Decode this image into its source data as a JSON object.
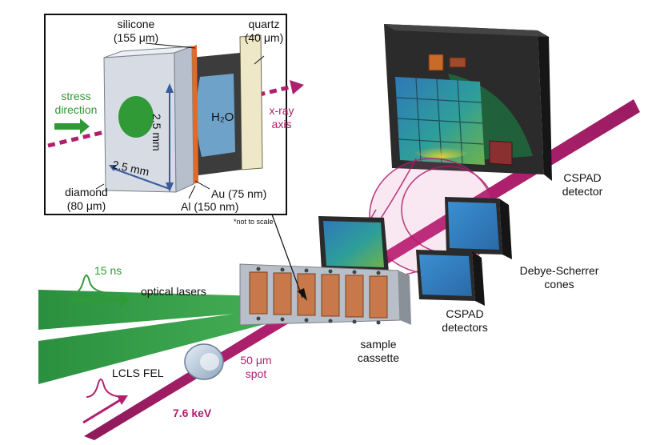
{
  "inset": {
    "silicone_name": "silicone",
    "silicone_thickness": "(155 μm)",
    "quartz_name": "quartz",
    "quartz_thickness": "(40 μm)",
    "stress_word": "stress",
    "direction_word": "direction",
    "water": "H₂O",
    "xray_word": "x-ray",
    "axis_word": "axis",
    "height_dim": "2.5 mm",
    "width_dim": "2.5 mm",
    "diamond_name": "diamond",
    "diamond_thickness": "(80 μm)",
    "au_layer": "Au (75 nm)",
    "al_layer": "Al (150 nm)",
    "scale_note": "*not to scale"
  },
  "labels": {
    "pulse_duration": "15 ns",
    "optical_lasers": "optical lasers",
    "lcls_fel": "LCLS FEL",
    "beam_energy": "7.6 keV",
    "spot_size": "50 μm",
    "spot_word": "spot",
    "sample_word": "sample",
    "cassette_word": "cassette",
    "cspad_top_1": "CSPAD",
    "cspad_top_2": "detector",
    "debye_1": "Debye-Scherrer",
    "debye_2": "cones",
    "cspad_bottom_1": "CSPAD",
    "cspad_bottom_2": "detectors"
  },
  "colors": {
    "xray_beam": "#b01e6e",
    "laser_green": "#2f9a36",
    "diamond_grey": "#d6dbe4",
    "water_blue": "#6ea2c8",
    "copper_sample": "#c8784a"
  }
}
